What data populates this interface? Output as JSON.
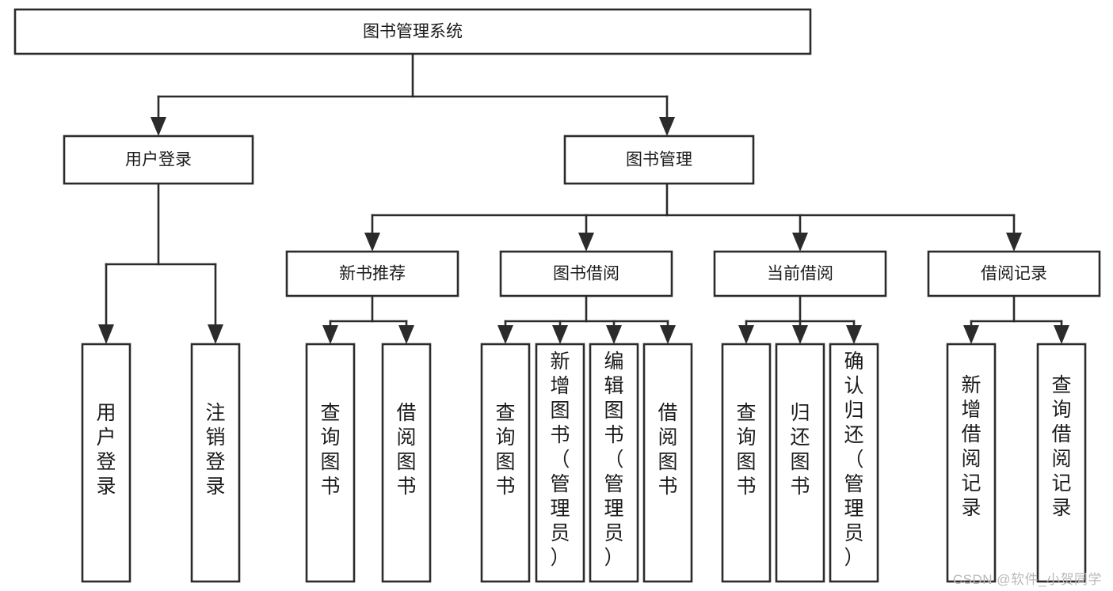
{
  "diagram": {
    "type": "tree-hierarchy",
    "title": "图书管理系统",
    "colors": {
      "box_stroke": "#2b2b2b",
      "box_fill": "#ffffff",
      "text": "#1b1b1b",
      "background": "#ffffff",
      "watermark": "#b9b9b9"
    },
    "levels": {
      "root": {
        "label": "图书管理系统"
      },
      "level2": [
        {
          "label": "用户登录"
        },
        {
          "label": "图书管理"
        }
      ],
      "level3": [
        {
          "label": "新书推荐"
        },
        {
          "label": "图书借阅"
        },
        {
          "label": "当前借阅"
        },
        {
          "label": "借阅记录"
        }
      ],
      "leaves": [
        {
          "label": "用户登录",
          "parent": "用户登录"
        },
        {
          "label": "注销登录",
          "parent": "用户登录"
        },
        {
          "label": "查询图书",
          "parent": "新书推荐"
        },
        {
          "label": "借阅图书",
          "parent": "新书推荐"
        },
        {
          "label": "查询图书",
          "parent": "图书借阅"
        },
        {
          "label": "新增图书（管理员）",
          "parent": "图书借阅"
        },
        {
          "label": "编辑图书（管理员）",
          "parent": "图书借阅"
        },
        {
          "label": "借阅图书",
          "parent": "图书借阅"
        },
        {
          "label": "查询图书",
          "parent": "当前借阅"
        },
        {
          "label": "归还图书",
          "parent": "当前借阅"
        },
        {
          "label": "确认归还（管理员）",
          "parent": "当前借阅"
        },
        {
          "label": "新增借阅记录",
          "parent": "借阅记录"
        },
        {
          "label": "查询借阅记录",
          "parent": "借阅记录"
        }
      ]
    }
  },
  "watermark": {
    "text": "CSDN @软件_小贺同学"
  }
}
